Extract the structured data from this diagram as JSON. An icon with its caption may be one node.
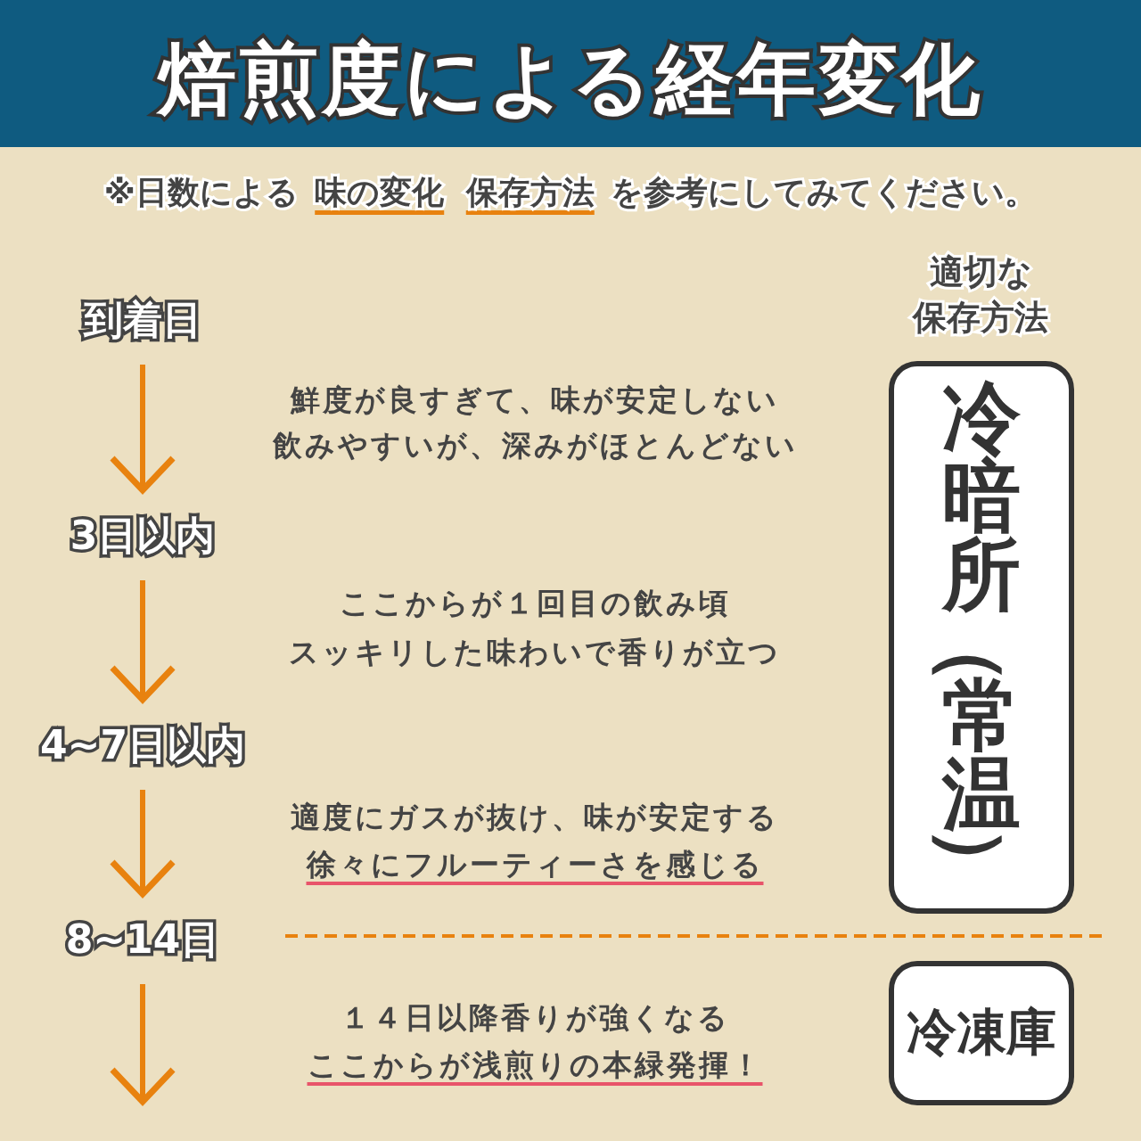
{
  "diagram": {
    "title": "焙煎度による経年変化",
    "nodes": [
      {
        "text": [
          "到着日"
        ]
      },
      {
        "text": [
          "3日以内"
        ]
      },
      {
        "text": [
          "4~7日以内"
        ]
      },
      {
        "text": [
          "8~14日"
        ]
      },
      {
        "text": [
          "冷暗所（常温）"
        ]
      },
      {
        "text": [
          "冷凍庫"
        ]
      }
    ],
    "edges": [
      {
        "from": 0,
        "to": 1,
        "arrow": "to"
      },
      {
        "from": 1,
        "to": 2,
        "arrow": "to"
      },
      {
        "from": 2,
        "to": 3,
        "arrow": "to"
      },
      {
        "from": 3,
        "to": null,
        "arrow": "to"
      }
    ],
    "labels": [
      "※日数による **味の変化** **保存方法** を参考にしてみてください。",
      "適切な保存方法",
      "鮮度が良すぎて、味が安定しない",
      "飲みやすいが、深みがほとんどない",
      "ここからが１回目の飲み頃",
      "スッキリした味わいで香りが立つ",
      "適度にガスが抜け、味が安定する",
      "徐々にフルーティーさを感じる",
      "１４日以降香りが強くなる",
      "ここからが浅煎りの本緑発揮！"
    ]
  }
}
